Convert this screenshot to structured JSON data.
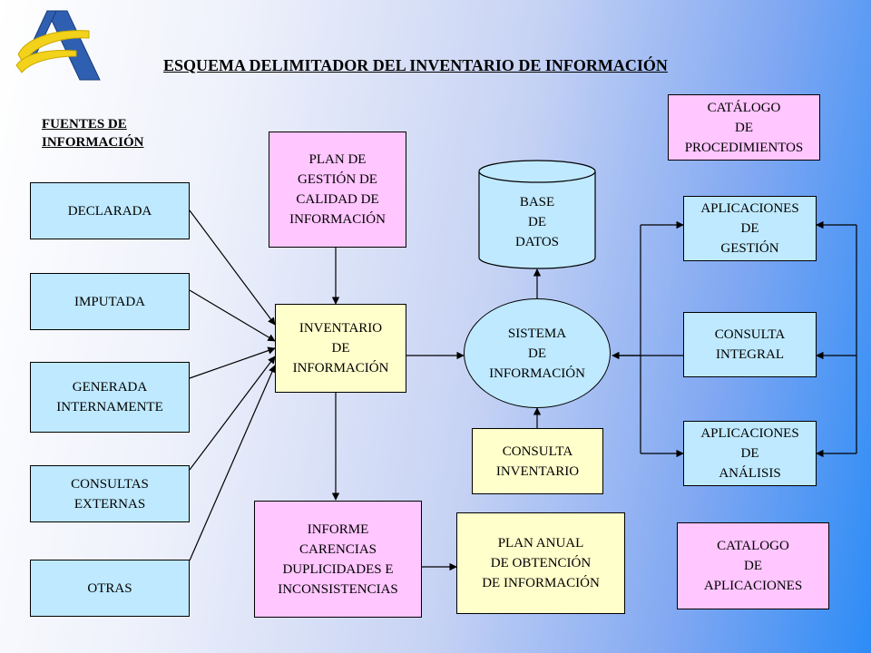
{
  "title": "ESQUEMA DELIMITADOR DEL INVENTARIO DE INFORMACIÓN",
  "fuentes_label": "FUENTES DE\n  INFORMACIÓN",
  "sources": {
    "declarada": "DECLARADA",
    "imputada": "IMPUTADA",
    "generada": "GENERADA\nINTERNAMENTE",
    "consultas_externas": "CONSULTAS\nEXTERNAS",
    "otras": "OTRAS"
  },
  "plan_calidad": "PLAN DE\nGESTIÓN DE\nCALIDAD DE\nINFORMACIÓN",
  "inventario": "INVENTARIO\nDE\nINFORMACIÓN",
  "informe": "INFORME\nCARENCIAS\nDUPLICIDADES E\nINCONSISTENCIAS",
  "plan_anual": "PLAN ANUAL\nDE OBTENCIÓN\nDE INFORMACIÓN",
  "base_datos": "BASE\nDE\nDATOS",
  "sistema": "SISTEMA\nDE\nINFORMACIÓN",
  "consulta_inventario": "CONSULTA\nINVENTARIO",
  "catalogo_procedimientos": "CATÁLOGO\nDE\nPROCEDIMIENTOS",
  "aplicaciones_gestion": "APLICACIONES\nDE\nGESTIÓN",
  "consulta_integral": "CONSULTA\nINTEGRAL",
  "aplicaciones_analisis": "APLICACIONES\nDE\nANÁLISIS",
  "catalogo_aplicaciones": "CATALOGO\nDE\nAPLICACIONES",
  "colors": {
    "blue_box": "#bfe9ff",
    "pink_box": "#ffc6ff",
    "yellow_box": "#ffffcc",
    "logo_blue": "#2f5fb0",
    "logo_yellow": "#f2d21a"
  },
  "logo_icon": "agency-logo-icon"
}
